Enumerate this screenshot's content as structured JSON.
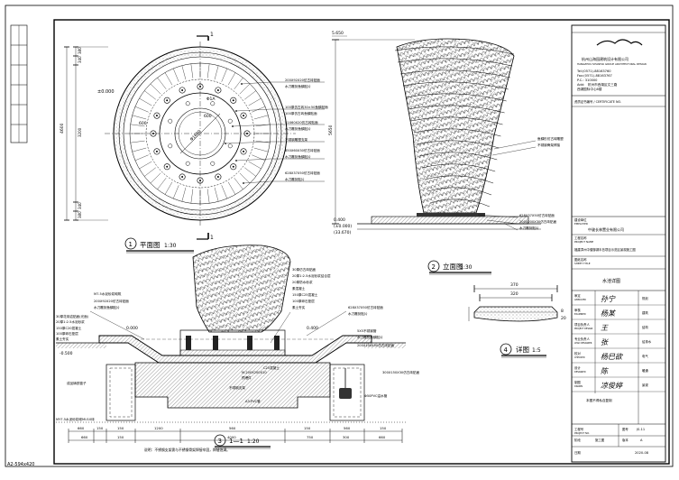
{
  "sheet": {
    "size_label": "A2-594x420",
    "section_marker": "1"
  },
  "views": {
    "plan": {
      "number": "1",
      "title": "平面图",
      "scale": "1:30"
    },
    "elevation": {
      "number": "2",
      "title": "立面图",
      "scale": "1:30"
    },
    "section": {
      "number": "3",
      "title": "1—1",
      "scale": "1:20"
    },
    "detail": {
      "number": "4",
      "title": "详图",
      "scale": "1:5"
    }
  },
  "plan_dims": {
    "total": "4600",
    "d1": "380",
    "d2": "340",
    "d3": "3200",
    "d4": "340",
    "d5": "380",
    "inner_top": "4400",
    "inner": "600",
    "center": "Φ1600",
    "center2": "Φ1A",
    "level": "±0.000"
  },
  "plan_labels": [
    "200X92X20仿古砖贴面",
    "水刀雕刻鱼鳞贴片",
    "100厚仿古砖30×50鱼鳞贴面",
    "100厚仿古砖鱼鳞贴面",
    "51X60X20仿古砖贴面",
    "水刀雕刻鱼鳞贴片",
    "不锈钢雕塑支架",
    "650X60X30仿古砖贴面",
    "水刀雕刻鱼鳞贴片",
    "628X37X50仿古砖贴面",
    "水刀雕刻贴片"
  ],
  "elevation_dims": {
    "top": "5.650",
    "height": "5650",
    "base_level": "0.400",
    "ground_level": "(±0.000)",
    "bottom": "(33.670)"
  },
  "elevation_labels": [
    "鱼鳞形仿古砖雕塑",
    "不锈钢骨架焊接",
    "628X37X50仿古砖贴面",
    "200X200X30仿古砖贴面",
    "水刀雕刻贴片"
  ],
  "section_labels_left": [
    "M7.5水泥砂浆砌筑",
    "200X92X20仿古砖贴面",
    "水刀雕刻鱼鳞贴片",
    "30厚花岗岩贴面(光面)",
    "20厚1:2.5水泥砂浆",
    "150厚C20混凝土",
    "100厚碎石垫层",
    "素土夯实"
  ],
  "section_labels_top": [
    "30厚仿古砖贴面",
    "20厚1:2.5水泥砂浆结合层",
    "20厚防水砂浆",
    "素混凝土",
    "150厚C25混凝土",
    "100厚碎石垫层",
    "素土夯实"
  ],
  "section_labels_right": [
    "628X37X50仿古砖贴面",
    "水刀雕刻贴片",
    "5X5不锈钢管",
    "水刀雕刻鱼鳞贴片",
    "200X100X50仿古砖贴面",
    "300X150X30仿古砖贴面",
    "Φ50PVC溢水管"
  ],
  "section_labels_bottom": [
    "M-200X200X10",
    "C25混凝土",
    "预埋件",
    "不锈钢支架",
    "A3-PVC管",
    "成品铸铁篦子",
    "MY7.5水泥砂浆砌MU10砖",
    "说明：不锈钢支架需与不锈钢骨架焊接牢固，焊缝饱满。"
  ],
  "section_dims": [
    "660",
    "150",
    "150",
    "1200",
    "560",
    "150",
    "560",
    "150",
    "660",
    "660",
    "150",
    "4000",
    "300",
    "750"
  ],
  "section_levels": [
    "0.000",
    "0.400",
    "-0.500"
  ],
  "detail_dims": {
    "top": "370",
    "inner": "320",
    "h1": "8",
    "h2": "20"
  },
  "title_block": {
    "company_cn": "杭州山海园建筑设计有限公司",
    "company_en": "HANGZHOU SHANHAI GROUP ARCHITECTURAL DESIGN",
    "tel": "Tel:(0571)-88163760",
    "fax": "Fax:(0571)-88163767",
    "postcode": "P.C.: 310000",
    "address_label": "Add:",
    "address": "杭州市西湖区文三路",
    "address2": "西湖国际中心6楼",
    "cert_label": "资质证书编号 / CERTIFICATE NO.",
    "construction_label": "建设单位",
    "construction_label_en": "EMPLOYER",
    "client": "中骏长林置业有限公司",
    "project_label": "工程名称",
    "project_label_en": "PROJECT NAME",
    "project": "福建漳州中骏御湖半岛项目示范区景观施工图",
    "drawing_label": "图纸名称",
    "drawing_label_en": "SHEET TITLE",
    "drawing_title": "水池详图",
    "rows": [
      {
        "label": "审定",
        "en": "APPROVED",
        "sign": "孙宁"
      },
      {
        "label": "审核",
        "en": "EXAMINED",
        "sign": "杨某"
      },
      {
        "label": "项目负责人",
        "en": "PROJECT DESIGN",
        "sign": "王"
      },
      {
        "label": "专业负责人",
        "en": "LEAD DESIGNER",
        "sign": "张"
      },
      {
        "label": "校对",
        "en": "CHECKED",
        "sign": "杨巳欲"
      },
      {
        "label": "设计",
        "en": "DESIGNED",
        "sign": "陈"
      },
      {
        "label": "制图",
        "en": "DRAWN",
        "sign": "凉俊婷"
      }
    ],
    "right_col": [
      "规划",
      "建筑",
      "结构",
      "给排水",
      "电气",
      "暖通",
      "景观"
    ],
    "notes": "本图不得私自复制",
    "project_no_label": "工程号",
    "project_no_en": "PROJECT NO.",
    "stage_label": "阶段",
    "stage": "施工图",
    "drawing_no_label": "图号",
    "drawing_no": "JS-11",
    "date_label": "日期",
    "date": "2020-08",
    "version_label": "版本",
    "version": "A"
  }
}
